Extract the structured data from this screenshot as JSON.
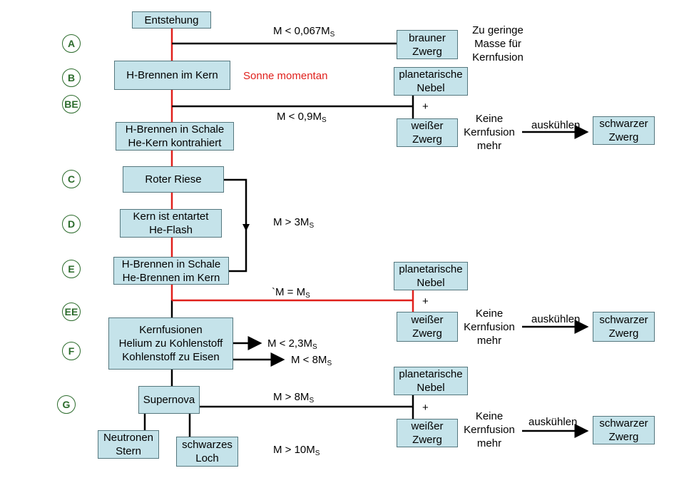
{
  "boxes": {
    "entstehung": [
      "Entstehung"
    ],
    "h_kern": [
      "H-Brennen im Kern"
    ],
    "h_schale1": [
      "H-Brennen in Schale",
      "He-Kern kontrahiert"
    ],
    "roter_riese": [
      "Roter Riese"
    ],
    "kern_entartet": [
      "Kern ist entartet",
      "He-Flash"
    ],
    "h_schale2": [
      "H-Brennen in Schale",
      "He-Brennen im Kern"
    ],
    "kernfusionen": [
      "Kernfusionen",
      "Helium zu Kohlenstoff",
      "Kohlenstoff zu Eisen"
    ],
    "supernova": [
      "Supernova"
    ],
    "neutronen": [
      "Neutronen",
      "Stern"
    ],
    "schwarzes_loch": [
      "schwarzes",
      "Loch"
    ],
    "brauner_zwerg": [
      "brauner",
      "Zwerg"
    ],
    "planetarische_nebel": [
      "planetarische",
      "Nebel"
    ],
    "weisser_zwerg": [
      "weißer",
      "Zwerg"
    ],
    "schwarzer_zwerg": [
      "schwarzer",
      "Zwerg"
    ]
  },
  "stages": [
    "A",
    "B",
    "BE",
    "C",
    "D",
    "E",
    "EE",
    "F",
    "G"
  ],
  "labels": {
    "m_brown": {
      "main": "M < 0,067M",
      "sub": "S"
    },
    "m_09": {
      "main": "M < 0,9M",
      "sub": "S"
    },
    "m_3": {
      "main": "M > 3M",
      "sub": "S"
    },
    "m_eq": {
      "main": "`M = M",
      "sub": "S"
    },
    "m_23": {
      "main": "M < 2,3M",
      "sub": "S"
    },
    "m_8lt": {
      "main": "M < 8M",
      "sub": "S"
    },
    "m_8gt": {
      "main": "M > 8M",
      "sub": "S"
    },
    "m_10": {
      "main": "M > 10M",
      "sub": "S"
    },
    "sonne": "Sonne momentan",
    "zu_geringe": [
      "Zu geringe",
      "Masse für",
      "Kernfusion"
    ],
    "keine": [
      "Keine",
      "Kernfusion",
      "mehr"
    ],
    "auskuehlen": "auskühlen",
    "plus": "+"
  },
  "colors": {
    "box_fill": "#c5e3ea",
    "red_line": "#e0201c",
    "stage_green": "#2b6b2b"
  }
}
